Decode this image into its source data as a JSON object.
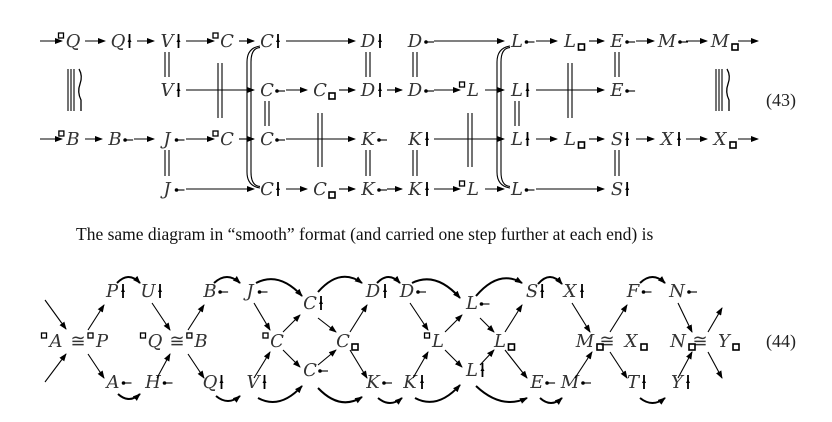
{
  "diagram43": {
    "equation_number": "(43)",
    "rows": [
      [
        {
          "b": "Q",
          "p": 1
        },
        {
          "b": "Q",
          "m": "up"
        },
        {
          "b": "V",
          "m": "up"
        },
        {
          "b": "C",
          "p": 1
        },
        {
          "b": "C",
          "m": "up"
        },
        {
          "b": "D",
          "m": "up"
        },
        {
          "b": "D",
          "m": "dash"
        },
        {
          "b": "L",
          "m": "dash"
        },
        {
          "b": "L",
          "m": "sq"
        },
        {
          "b": "E",
          "m": "dash"
        },
        {
          "b": "M",
          "m": "dash"
        },
        {
          "b": "M",
          "m": "sq"
        }
      ],
      [
        {
          "b": "V",
          "m": "up"
        },
        {
          "b": "C",
          "m": "dash"
        },
        {
          "b": "C",
          "m": "sq"
        },
        {
          "b": "D",
          "m": "up"
        },
        {
          "b": "D",
          "m": "dash"
        },
        {
          "b": "L",
          "p": 1
        },
        {
          "b": "L",
          "m": "up"
        },
        {
          "b": "E",
          "m": "dash"
        }
      ],
      [
        {
          "b": "B",
          "p": 1
        },
        {
          "b": "B",
          "m": "dash"
        },
        {
          "b": "J",
          "m": "dash"
        },
        {
          "b": "C",
          "p": 1
        },
        {
          "b": "C",
          "m": "dash"
        },
        {
          "b": "K",
          "m": "dash"
        },
        {
          "b": "K",
          "m": "up"
        },
        {
          "b": "L",
          "m": "up"
        },
        {
          "b": "L",
          "m": "sq"
        },
        {
          "b": "S",
          "m": "up"
        },
        {
          "b": "X",
          "m": "up"
        },
        {
          "b": "X",
          "m": "sq"
        }
      ],
      [
        {
          "b": "J",
          "m": "dash"
        },
        {
          "b": "C",
          "m": "up"
        },
        {
          "b": "C",
          "m": "sq"
        },
        {
          "b": "K",
          "m": "dash"
        },
        {
          "b": "K",
          "m": "up"
        },
        {
          "b": "L",
          "p": 1
        },
        {
          "b": "L",
          "m": "dash"
        },
        {
          "b": "S",
          "m": "up"
        }
      ]
    ]
  },
  "sentence": "The same diagram in “smooth” format (and carried one step further at each end) is",
  "diagram44": {
    "equation_number": "(44)",
    "iso_symbol": "≅",
    "top": [
      {
        "b": "P",
        "m": "up"
      },
      {
        "b": "U",
        "m": "up"
      },
      {
        "b": "B",
        "m": "dash"
      },
      {
        "b": "J",
        "m": "dash"
      },
      {
        "b": "C",
        "m": "up"
      },
      {
        "b": "D",
        "m": "up"
      },
      {
        "b": "D",
        "m": "dash"
      },
      {
        "b": "L",
        "m": "dash"
      },
      {
        "b": "S",
        "m": "up"
      },
      {
        "b": "X",
        "m": "up"
      },
      {
        "b": "F",
        "m": "dash"
      },
      {
        "b": "N",
        "m": "dash"
      }
    ],
    "middle": [
      {
        "iso": 1,
        "left": {
          "b": "A",
          "p": 1
        },
        "right": {
          "b": "P",
          "p": 1
        }
      },
      {
        "iso": 1,
        "left": {
          "b": "Q",
          "p": 1
        },
        "right": {
          "b": "B",
          "p": 1
        }
      },
      {
        "b": "C",
        "p": 1
      },
      {
        "b": "C",
        "m": "sq"
      },
      {
        "b": "L",
        "p": 1
      },
      {
        "b": "L",
        "m": "sq"
      },
      {
        "iso": 1,
        "left": {
          "b": "M",
          "m": "sq"
        },
        "right": {
          "b": "X",
          "m": "sq"
        }
      },
      {
        "iso": 1,
        "left": {
          "b": "N",
          "m": "sq"
        },
        "right": {
          "b": "Y",
          "m": "sq"
        }
      }
    ],
    "bottom": [
      {
        "b": "A",
        "m": "dash"
      },
      {
        "b": "H",
        "m": "dash"
      },
      {
        "b": "Q",
        "m": "up"
      },
      {
        "b": "V",
        "m": "up"
      },
      {
        "b": "C",
        "m": "dash"
      },
      {
        "b": "K",
        "m": "dash"
      },
      {
        "b": "K",
        "m": "up"
      },
      {
        "b": "L",
        "m": "up"
      },
      {
        "b": "E",
        "m": "dash"
      },
      {
        "b": "M",
        "m": "dash"
      },
      {
        "b": "T",
        "m": "up"
      },
      {
        "b": "Y",
        "m": "up"
      }
    ]
  }
}
